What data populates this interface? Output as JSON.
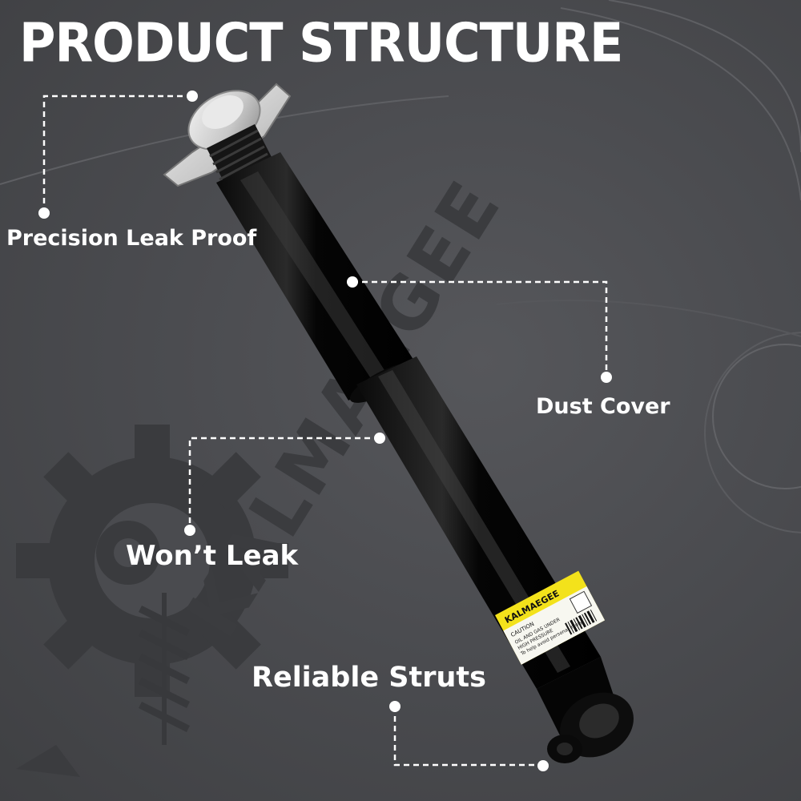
{
  "title": "PRODUCT STRUCTURE",
  "watermark": "KALMAEGEE",
  "callouts": {
    "leak_proof": "Precision Leak Proof",
    "dust_cover": "Dust Cover",
    "wont_leak": "Won’t Leak",
    "reliable_struts": "Reliable Struts"
  },
  "product_label": {
    "brand": "KALMAEGEE",
    "caution": "CAUTION",
    "warning_lines": [
      "OIL AND GAS UNDER",
      "HIGH PRESSURE",
      "To help avoid personal injury"
    ]
  },
  "colors": {
    "background": "#4a4b4e",
    "text": "#ffffff",
    "label_yellow": "#f3e21b",
    "body_black": "#101010"
  }
}
